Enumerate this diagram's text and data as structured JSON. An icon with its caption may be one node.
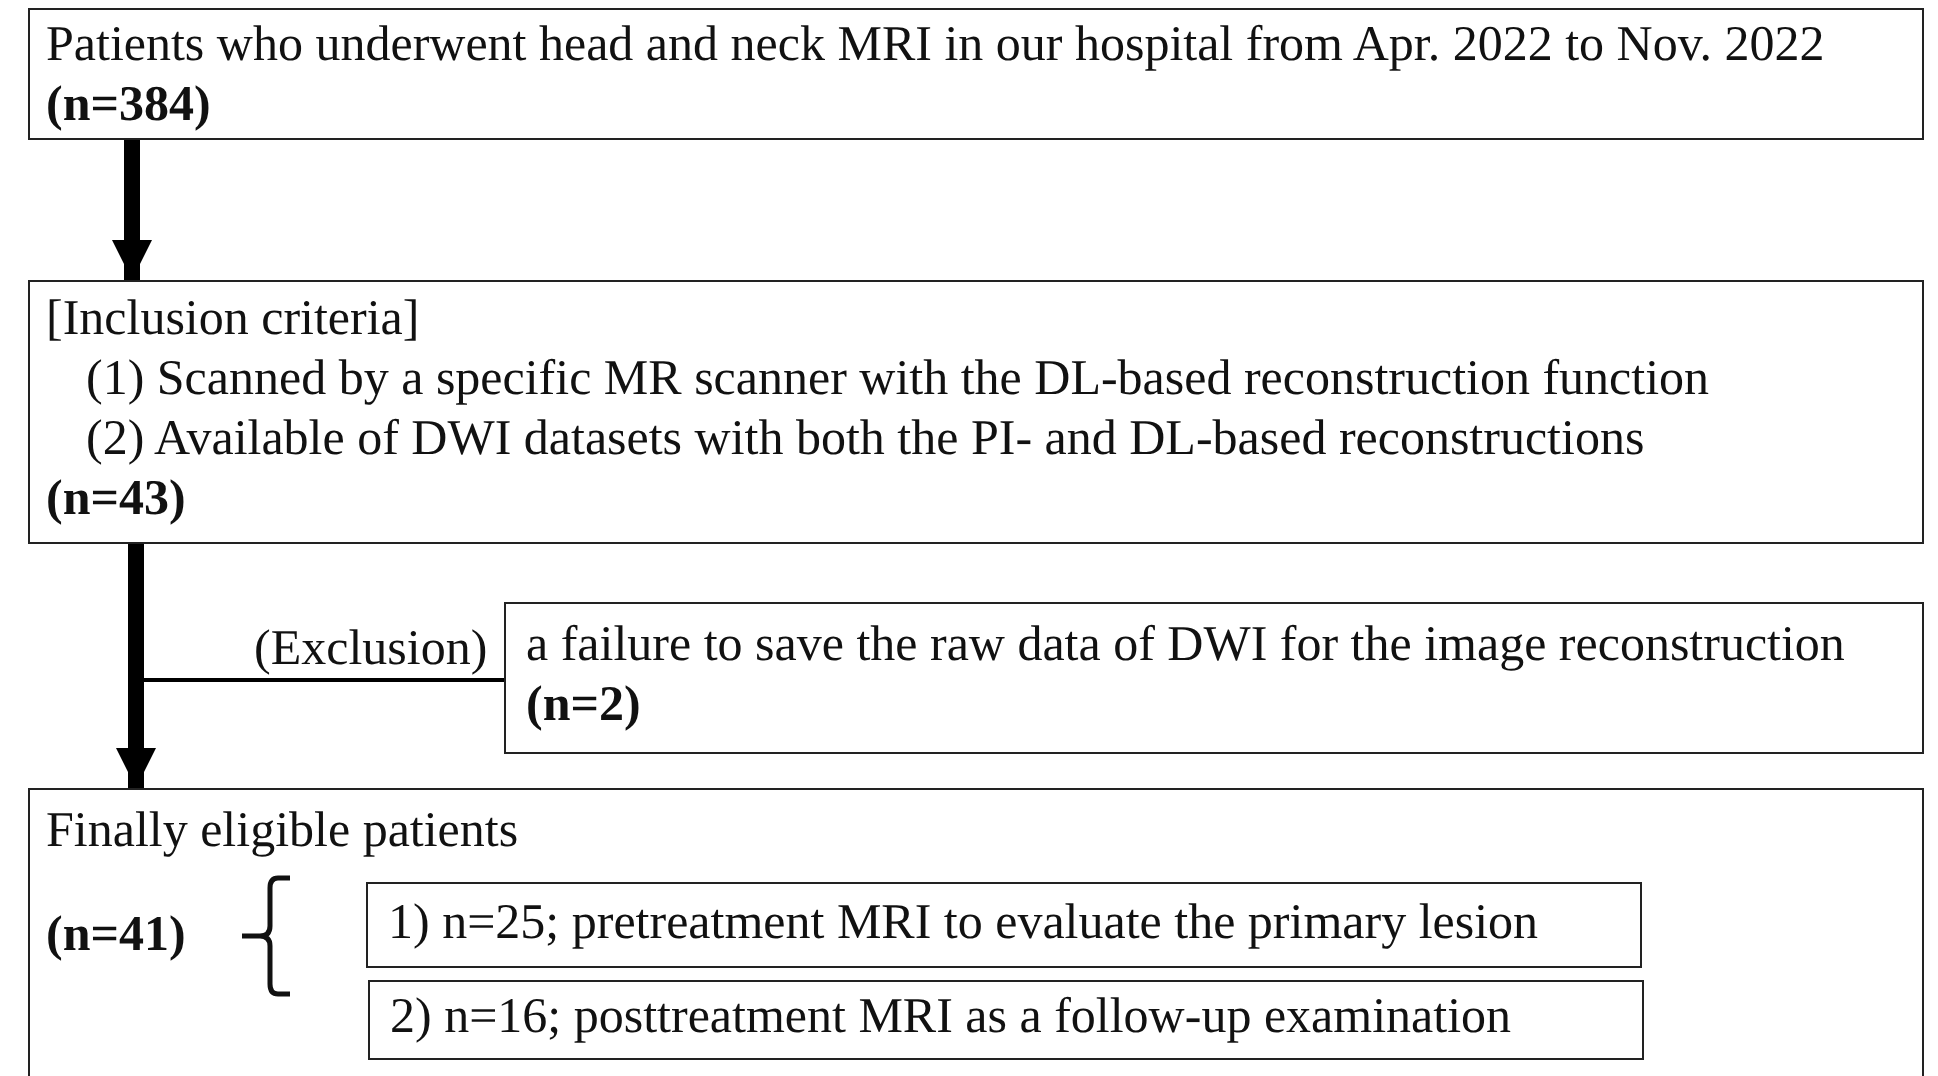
{
  "diagram": {
    "nodes": [
      {
        "text": [
          "Patients who underwent head and neck MRI in our hospital from Apr. 2022 to Nov. 2022",
          "(n=384)"
        ]
      },
      {
        "text": [
          "[Inclusion criteria]",
          "(1) Scanned by a specific MR scanner with the DL-based reconstruction function",
          "(2) Available of DWI datasets with both the PI- and DL-based reconstructions",
          "(n=43)"
        ]
      },
      {
        "text": [
          "a failure to save the raw data of DWI for the image reconstruction",
          "(n=2)"
        ]
      },
      {
        "text": [
          "Finally eligible patients",
          "(n=41)"
        ]
      },
      {
        "text": [
          "1) n=25; pretreatment MRI to evaluate the primary lesion"
        ],
        "in": 3
      },
      {
        "text": [
          "2) n=16; posttreatment MRI as a follow-up examination"
        ],
        "in": 3
      }
    ],
    "edges": [
      {
        "from": 0,
        "to": 1,
        "arrow": "to"
      },
      {
        "from": 1,
        "to": 3,
        "arrow": "to"
      },
      {
        "from": 1,
        "to": 2,
        "arrow": "none",
        "label": "(Exclusion)"
      }
    ]
  }
}
